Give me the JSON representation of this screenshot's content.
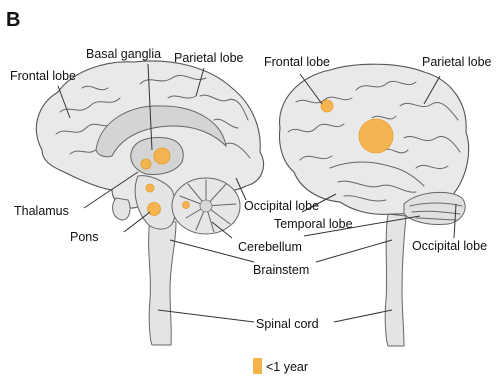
{
  "panel_label": "B",
  "labels": {
    "left_frontal": "Frontal lobe",
    "basal_ganglia": "Basal ganglia",
    "left_parietal": "Parietal lobe",
    "thalamus": "Thalamus",
    "pons": "Pons",
    "left_occipital": "Occipital lobe",
    "temporal": "Temporal lobe",
    "cerebellum": "Cerebellum",
    "brainstem": "Brainstem",
    "spinal_cord": "Spinal cord",
    "right_frontal": "Frontal lobe",
    "right_parietal": "Parietal lobe",
    "right_occipital": "Occipital lobe"
  },
  "legend": {
    "label": "<1 year",
    "color": "#f6b24a"
  },
  "colors": {
    "highlight": "#f6b24a",
    "brain_fill": "#e9e9e9",
    "outline": "#555555"
  }
}
